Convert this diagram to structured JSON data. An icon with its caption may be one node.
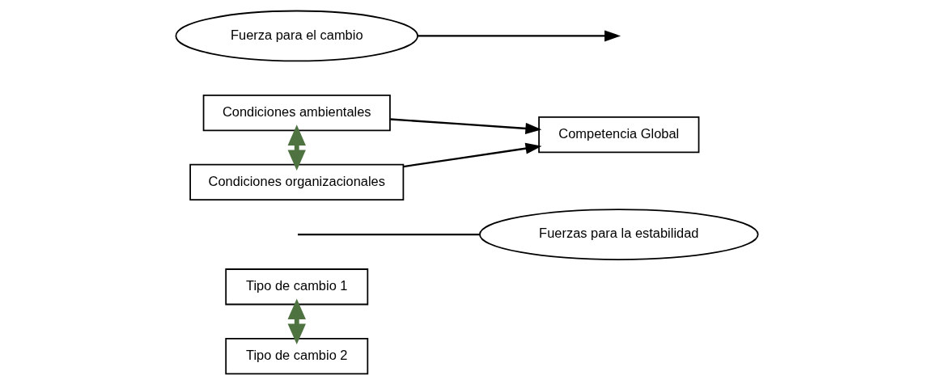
{
  "diagram": {
    "nodes": [
      {
        "text": [
          "Fuerza para el cambio"
        ]
      },
      {
        "text": [
          "Condiciones ambientales"
        ]
      },
      {
        "text": [
          "Condiciones organizacionales"
        ]
      },
      {
        "text": [
          "Competencia Global"
        ]
      },
      {
        "text": [
          "Fuerzas para la estabilidad"
        ]
      },
      {
        "text": [
          "Tipo de cambio 1"
        ]
      },
      {
        "text": [
          "Tipo de cambio 2"
        ]
      }
    ],
    "edges": [
      {
        "from": 0,
        "to": null,
        "arrow": "to"
      },
      {
        "from": 1,
        "to": 2,
        "arrow": "both",
        "style": "thick",
        "color": "#4e7240"
      },
      {
        "from": 1,
        "to": 3,
        "arrow": "to"
      },
      {
        "from": 2,
        "to": 3,
        "arrow": "to"
      },
      {
        "from": null,
        "to": 4,
        "arrow": "none"
      },
      {
        "from": 5,
        "to": 6,
        "arrow": "both",
        "style": "thick",
        "color": "#4e7240"
      }
    ]
  }
}
